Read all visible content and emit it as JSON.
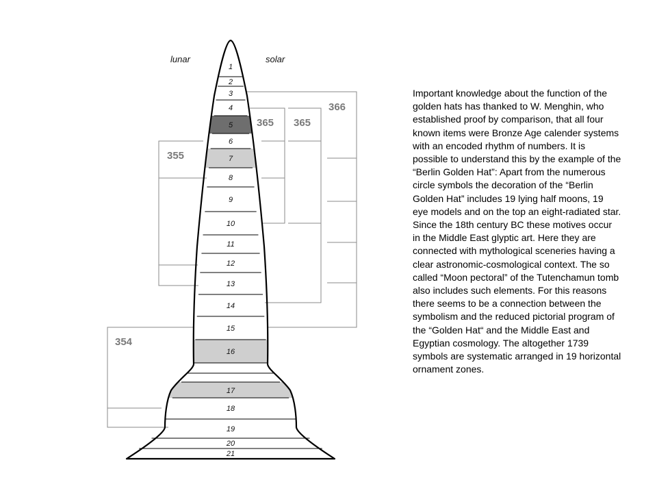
{
  "headings": {
    "lunar": "lunar",
    "solar": "solar"
  },
  "counts": {
    "c366": "366",
    "c365a": "365",
    "c365b": "365",
    "c355": "355",
    "c354": "354"
  },
  "zones": [
    "1",
    "2",
    "3",
    "4",
    "5",
    "6",
    "7",
    "8",
    "9",
    "10",
    "11",
    "12",
    "13",
    "14",
    "15",
    "16",
    "17",
    "18",
    "19",
    "20",
    "21"
  ],
  "colors": {
    "dark_band": "#6e6e6e",
    "light_band": "#cfcfcf",
    "line": "#8a8a8a",
    "outline": "#000000"
  },
  "description": "Important knowledge about the function of the golden hats has thanked to W. Menghin, who established proof by comparison, that all four known items were Bronze Age calender systems with an encoded rhythm of numbers. It is possible to understand this by the example of the “Berlin Golden Hat”: Apart from the numerous circle symbols the decoration of the “Berlin Golden Hat” includes 19 lying half moons, 19 eye models and on the top an eight-radiated star. Since the 18th century BC these motives occur in the Middle East glyptic art. Here they are connected with mythological sceneries having a clear astronomic-cosmological context. The so called “Moon pectoral” of the Tutenchamun tomb also includes such elements. For this reasons there seems to be a connection between the symbolism and the reduced pictorial program of the “Golden Hat“ and the Middle East and Egyptian cosmology. The altogether 1739 symbols are systematic arranged in 19 horizontal ornament zones."
}
